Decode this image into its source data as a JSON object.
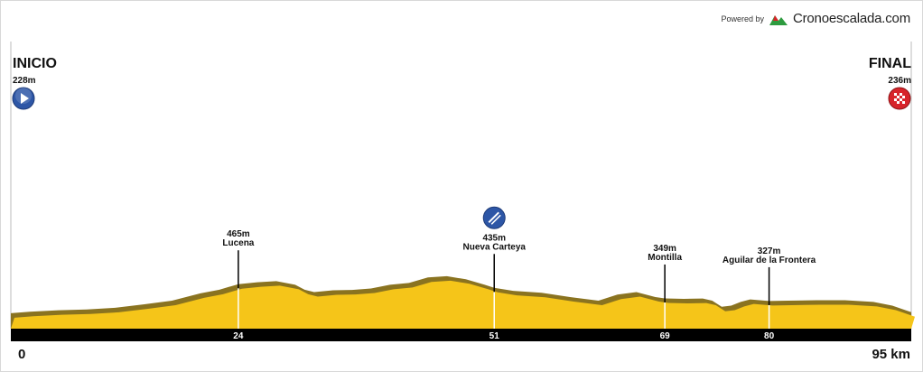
{
  "brand": {
    "powered_label": "Powered by",
    "name": "Cronoescalada.com",
    "logo_icon": "mountain-logo-icon"
  },
  "start": {
    "label": "INICIO",
    "altitude": "228m",
    "icon": "play-icon",
    "color": "#2d56a6"
  },
  "finish": {
    "label": "FINAL",
    "altitude": "236m",
    "icon": "checkered-flag-icon",
    "color": "#d7242a"
  },
  "axis": {
    "start_label": "0",
    "end_label": "95 km"
  },
  "colors": {
    "profile_fill": "#f5c519",
    "profile_shade": "#8a7320",
    "axis_bar": "#000000",
    "marker_line": "#000000",
    "feed_icon": "#2d56a6"
  },
  "chart_data": {
    "type": "area",
    "x_unit": "km",
    "xlim": [
      0,
      95
    ],
    "profile": {
      "x": [
        0,
        2,
        5,
        8,
        11,
        14,
        17,
        20,
        22,
        24,
        26,
        28,
        30,
        31,
        32,
        34,
        36,
        38,
        40,
        42,
        44,
        46,
        48,
        50,
        51,
        53,
        56,
        59,
        62,
        64,
        66,
        68,
        69,
        71,
        73,
        74,
        75,
        76,
        77,
        78,
        80,
        82,
        85,
        88,
        91,
        93,
        95
      ],
      "y": [
        228,
        240,
        252,
        258,
        272,
        300,
        330,
        390,
        420,
        465,
        480,
        490,
        460,
        420,
        400,
        415,
        418,
        430,
        460,
        475,
        520,
        530,
        505,
        460,
        435,
        410,
        395,
        360,
        330,
        380,
        400,
        360,
        349,
        345,
        348,
        330,
        280,
        290,
        320,
        340,
        327,
        330,
        334,
        334,
        320,
        290,
        236
      ]
    },
    "waypoints": [
      {
        "km": 24,
        "km_label": "24",
        "altitude": "465m",
        "name": "Lucena",
        "feed": false
      },
      {
        "km": 51,
        "km_label": "51",
        "altitude": "435m",
        "name": "Nueva Carteya",
        "feed": true
      },
      {
        "km": 69,
        "km_label": "69",
        "altitude": "349m",
        "name": "Montilla",
        "feed": false
      },
      {
        "km": 80,
        "km_label": "80",
        "altitude": "327m",
        "name": "Aguilar de la Frontera",
        "feed": false
      }
    ]
  }
}
